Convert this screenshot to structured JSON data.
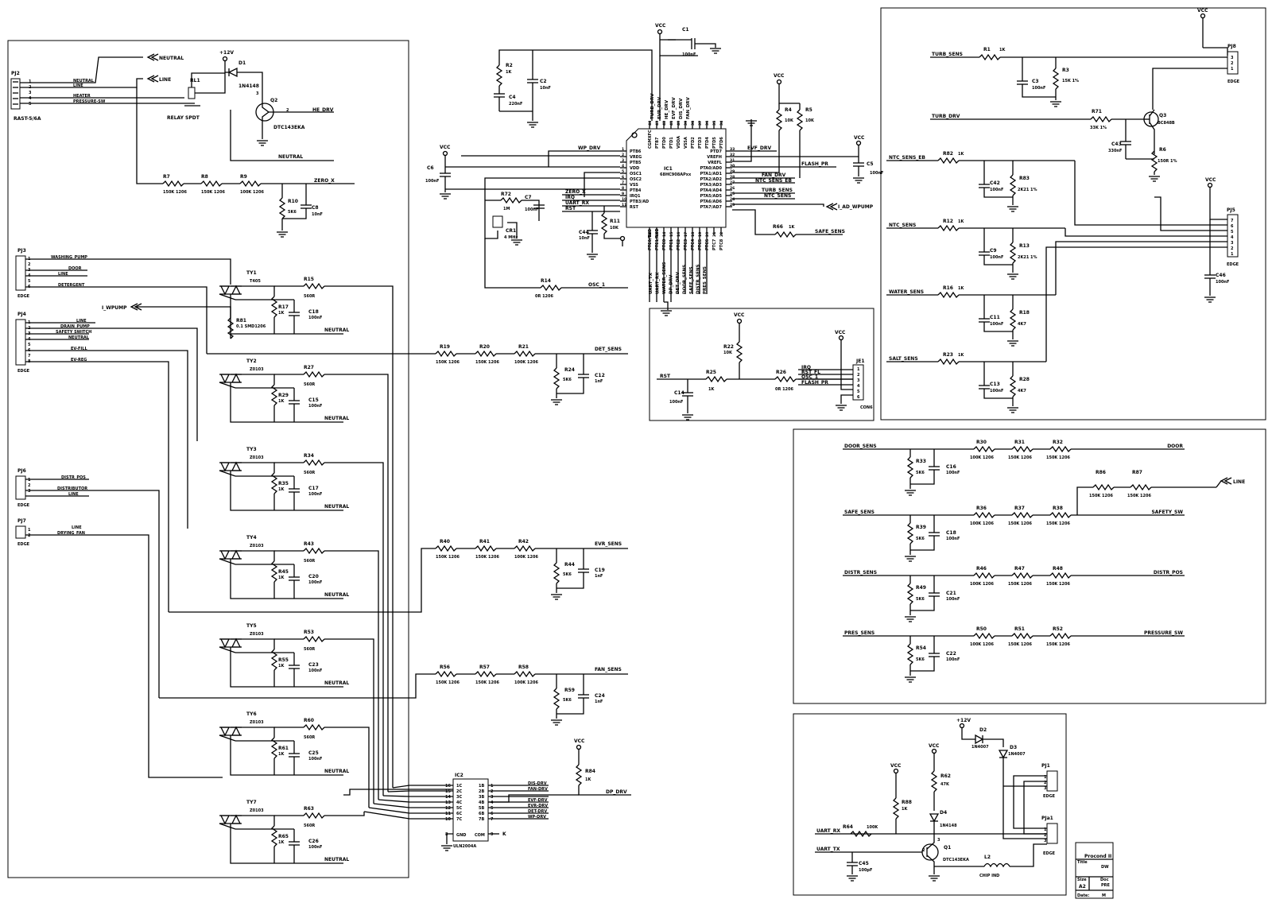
{
  "sections": {
    "power": {
      "neutral": "NEUTRAL",
      "line": "LINE",
      "plus12": "+12V",
      "pj2": "PJ2",
      "pj2_part": "RAST-5/6A",
      "pj2_pins": [
        "1",
        "2",
        "3",
        "4",
        "5"
      ],
      "pj2_signals": [
        "NEUTRAL",
        "LINE",
        "HEATER",
        "PRESSURE-SW"
      ],
      "rl1": "RL1",
      "relay": "RELAY SPDT",
      "d1": "D1",
      "d1_part": "1N4148",
      "q2": "Q2",
      "q2_part": "DTC143EKA",
      "he_drv": "HE_DRV",
      "pin2": "2",
      "pin3": "3",
      "neutral2": "NEUTRAL",
      "r7": "R7",
      "r7_val": "150K 1206",
      "r8": "R8",
      "r8_val": "150K 1206",
      "r9": "R9",
      "r9_val": "100K 1206",
      "zero_x": "ZERO_X",
      "r10": "R10",
      "r10_val": "5K6",
      "c8": "C8",
      "c8_val": "10nF"
    },
    "triacs": {
      "pj3": "PJ3",
      "pj3_pins": [
        "1",
        "2",
        "3",
        "4",
        "5",
        "6"
      ],
      "pj3_signals": [
        "WASHING_PUMP",
        "DOOR",
        "LINE",
        "DETERGENT"
      ],
      "pj4": "PJ4",
      "pj4_pins": [
        "1",
        "2",
        "3",
        "4",
        "5",
        "6",
        "7",
        "8"
      ],
      "pj4_signals": [
        "LINE",
        "DRAIN_PUMP",
        "SAFETY SWITCH",
        "NEUTRAL",
        "EV-FILL",
        "EV-REG"
      ],
      "pj6": "PJ6",
      "pj6_pins": [
        "1",
        "2",
        "3"
      ],
      "pj6_signals": [
        "DISTR_POS",
        "DISTRIBUTOR",
        "LINE"
      ],
      "pj7": "PJ7",
      "pj7_pins": [
        "1",
        "2"
      ],
      "pj7_signals": [
        "LINE",
        "DRYING_FAN"
      ],
      "edge": "EDGE",
      "i_wpump": "I_WPUMP",
      "r81": "R81",
      "r81_val": "0.1 SMD1206",
      "neutral": "NEUTRAL",
      "list": [
        {
          "ty": "TY1",
          "part": "T405",
          "r_a": "R17",
          "r_a_val": "1K",
          "r_b": "R15",
          "r_b_val": "560R",
          "c": "C18",
          "c_val": "100nF"
        },
        {
          "ty": "TY2",
          "part": "Z0103",
          "r_a": "R29",
          "r_a_val": "1K",
          "r_b": "R27",
          "r_b_val": "560R",
          "c": "C15",
          "c_val": "100nF"
        },
        {
          "ty": "TY3",
          "part": "Z0103",
          "r_a": "R35",
          "r_a_val": "1K",
          "r_b": "R34",
          "r_b_val": "560R",
          "c": "C17",
          "c_val": "100nF"
        },
        {
          "ty": "TY4",
          "part": "Z0103",
          "r_a": "R45",
          "r_a_val": "1K",
          "r_b": "R43",
          "r_b_val": "560R",
          "c": "C20",
          "c_val": "100nF"
        },
        {
          "ty": "TY5",
          "part": "Z0103",
          "r_a": "R55",
          "r_a_val": "1K",
          "r_b": "R53",
          "r_b_val": "560R",
          "c": "C23",
          "c_val": "100nF"
        },
        {
          "ty": "TY6",
          "part": "Z0103",
          "r_a": "R61",
          "r_a_val": "1K",
          "r_b": "R60",
          "r_b_val": "560R",
          "c": "C25",
          "c_val": "100nF"
        },
        {
          "ty": "TY7",
          "part": "Z0103",
          "r_a": "R65",
          "r_a_val": "1K",
          "r_b": "R63",
          "r_b_val": "560R",
          "c": "C26",
          "c_val": "100nF"
        }
      ]
    },
    "dividers": [
      {
        "ra": "R19",
        "rb": "R20",
        "rc": "R21",
        "va": "150K 1206",
        "vb": "150K 1206",
        "vc": "100K 1206",
        "net": "DET_SENS",
        "rd": "R24",
        "rd_val": "5K6",
        "c": "C12",
        "c_val": "1nF"
      },
      {
        "ra": "R40",
        "rb": "R41",
        "rc": "R42",
        "va": "150K 1206",
        "vb": "150K 1206",
        "vc": "100K 1206",
        "net": "EVR_SENS",
        "rd": "R44",
        "rd_val": "5K6",
        "c": "C19",
        "c_val": "1nF"
      },
      {
        "ra": "R56",
        "rb": "R57",
        "rc": "R58",
        "va": "150K 1206",
        "vb": "150K 1206",
        "vc": "100K 1206",
        "net": "FAN_SENS",
        "rd": "R59",
        "rd_val": "5K6",
        "c": "C24",
        "c_val": "1nF"
      }
    ],
    "ic2": {
      "ref": "IC2",
      "part": "ULN2004A",
      "gnd": "GND",
      "com": "COM",
      "pin_gnd": "8",
      "pin_com": "9",
      "in_pins": [
        "16",
        "15",
        "14",
        "13",
        "12",
        "11",
        "10"
      ],
      "in_names": [
        "1C",
        "2C",
        "3C",
        "4C",
        "5C",
        "6C",
        "7C"
      ],
      "out_names": [
        "1B",
        "2B",
        "3B",
        "4B",
        "5B",
        "6B",
        "7B"
      ],
      "out_pins": [
        "1",
        "2",
        "3",
        "4",
        "5",
        "6",
        "7"
      ],
      "nets": [
        "DIS-DRV",
        "FAN-DRV",
        "",
        "EVF-DRV",
        "EVR-DRV",
        "DET-DRV",
        "WP-DRV"
      ],
      "k": "K",
      "vcc": "VCC",
      "r84": "R84",
      "r84_val": "1K",
      "dp_drv": "DP_DRV"
    },
    "mcu": {
      "vcc": "VCC",
      "c1": "C1",
      "c1_val": "100nF",
      "r2": "R2",
      "r2_val": "1K",
      "c2": "C2",
      "c2_val": "10nF",
      "c4": "C4",
      "c4_val": "220nF",
      "wp_drv": "WP_DRV",
      "c6": "C6",
      "c6_val": "100nF",
      "ic1": "IC1",
      "ic1_part": "68HC908APxx",
      "left_pins": [
        "1",
        "2",
        "3",
        "4",
        "5",
        "6",
        "7",
        "8",
        "9",
        "10",
        "11"
      ],
      "left_names": [
        "PTB6",
        "VREG",
        "PTB5",
        "VDD",
        "OSC1",
        "OSC2",
        "VSS",
        "PTB4",
        "IRQ1",
        "PTB3/AD",
        "RST"
      ],
      "right_pins": [
        "33",
        "32",
        "31",
        "30",
        "29",
        "28",
        "27",
        "26",
        "25",
        "24",
        "23"
      ],
      "right_names": [
        "PTD7",
        "VREFH",
        "VREFL",
        "PTA0/AD0",
        "PTA1/AD1",
        "PTA2/AD2",
        "PTA3/AD3",
        "PTA4/AD4",
        "PTA5/AD5",
        "PTA6/AD6",
        "PTA7/AD7"
      ],
      "top_pins": [
        "44",
        "43",
        "42",
        "41",
        "40",
        "39",
        "38",
        "37",
        "36",
        "35",
        "34"
      ],
      "top_names": [
        "CGMXFC",
        "PTB7",
        "PTD0",
        "PTD1",
        "VDDA",
        "VSSA",
        "PTD2",
        "PTD3",
        "PTD4",
        "PTD5",
        "PTD6"
      ],
      "bottom_pins": [
        "12",
        "13",
        "14",
        "15",
        "16",
        "17",
        "18",
        "19",
        "20",
        "21",
        "22"
      ],
      "bottom_names": [
        "PTE0/TXD",
        "PTE1/RXD",
        "PTC0",
        "PTC1",
        "PTC2",
        "PTC3",
        "PTC4",
        "PTC5",
        "PTC6",
        "PTC7",
        "PTC8"
      ],
      "top_nets": [
        "TURB_DRV",
        "EVR_DRV",
        "HE_DRV",
        "EVF_DRV",
        "DIS_DRV",
        "FAN_DRV"
      ],
      "bottom_nets": [
        "UART_TX",
        "UART_RX",
        "WATER_SENS",
        "DP_DRV",
        "DET_DRV",
        "DOOR_SENS",
        "SAFE_SENS",
        "DISTR_SENS",
        "PRES_SENS"
      ],
      "zero_x": "ZERO_X",
      "irq": "IRQ",
      "uart_rx": "UART_RX",
      "rst": "RST",
      "r72": "R72",
      "r72_val": "1M",
      "c7": "C7",
      "c7_val": "100nF",
      "cr1": "CR1",
      "cr1_val": "4 MHz",
      "c44": "C44",
      "c44_val": "10nF",
      "r11": "R11",
      "r11_val": "10K",
      "r14": "R14",
      "r14_val": "0R 1206",
      "osc_1": "OSC_1",
      "evf_drv": "EVF_DRV",
      "flash_pr": "FLASH_PR",
      "fan_drv": "FAN_DRV",
      "ntc_sens_eb": "NTC_SENS_EB",
      "turb_sens": "TURB_SENS",
      "ntc_sens": "NTC_SENS",
      "i_ad_wpump": "I_AD_WPUMP",
      "r4": "R4",
      "r4_val": "10K",
      "r5": "R5",
      "r5_val": "10K",
      "c5": "C5",
      "c5_val": "100nF",
      "r66": "R66",
      "r66_val": "1K",
      "safe_sens": "SAFE_SENS"
    },
    "prog": {
      "vcc": "VCC",
      "r22": "R22",
      "r22_val": "10K",
      "rst": "RST",
      "r25": "R25",
      "r25_val": "1K",
      "c14": "C14",
      "c14_val": "100nF",
      "r26": "R26",
      "r26_val": "0R 1206",
      "nets": [
        "IRQ",
        "RST_FL",
        "OSC_1",
        "FLASH_PR"
      ],
      "je1": "JE1",
      "je1_pins": [
        "1",
        "2",
        "3",
        "4",
        "5",
        "6"
      ],
      "con6": "CON6"
    },
    "sensors": {
      "vcc": "VCC",
      "turb_sens": "TURB_SENS",
      "r1": "R1",
      "r1_val": "1K",
      "c3": "C3",
      "c3_val": "100nF",
      "r3": "R3",
      "r3_val": "15K 1%",
      "pj8": "PJ8",
      "pj8_pins": [
        "3",
        "2",
        "1"
      ],
      "edge": "EDGE",
      "turb_drv": "TURB_DRV",
      "r71": "R71",
      "r71_val": "33K 1%",
      "q3": "Q3",
      "q3_part": "BC848B",
      "c43": "C43",
      "c43_val": "330nF",
      "r6": "R6",
      "r6_val": "150R 1%",
      "ntc_sens_eb": "NTC_SENS_EB",
      "r82": "R82",
      "r82_val": "1K",
      "c42": "C42",
      "c42_val": "100nF",
      "r83": "R83",
      "r83_val": "2K21 1%",
      "ntc_sens": "NTC_SENS",
      "r12": "R12",
      "r12_val": "1K",
      "c9": "C9",
      "c9_val": "100nF",
      "r13": "R13",
      "r13_val": "2K21 1%",
      "pj5": "PJ5",
      "pj5_pins": [
        "7",
        "6",
        "5",
        "4",
        "3",
        "2",
        "1"
      ],
      "c46": "C46",
      "c46_val": "100nF",
      "water_sens": "WATER_SENS",
      "r16": "R16",
      "r16_val": "1K",
      "c11": "C11",
      "c11_val": "100nF",
      "r18": "R18",
      "r18_val": "4K7",
      "salt_sens": "SALT_SENS",
      "r23": "R23",
      "r23_val": "1K",
      "c13": "C13",
      "c13_val": "100nF",
      "r28": "R28",
      "r28_val": "4K7"
    },
    "switches": {
      "line": "LINE",
      "r86": "R86",
      "r86_val": "150K 1206",
      "r87": "R87",
      "r87_val": "150K 1206",
      "rows": [
        {
          "net": "DOOR_SENS",
          "r_sh": "R33",
          "r_sh_val": "5K6",
          "c": "C16",
          "c_val": "100nF",
          "ra": "R30",
          "rb": "R31",
          "rc": "R32",
          "va": "100K 1206",
          "vb": "150K 1206",
          "vc": "150K 1206",
          "out": "DOOR"
        },
        {
          "net": "SAFE_SENS",
          "r_sh": "R39",
          "r_sh_val": "5K6",
          "c": "C18",
          "c_val": "100nF",
          "ra": "R36",
          "rb": "R37",
          "rc": "R38",
          "va": "100K 1206",
          "vb": "150K 1206",
          "vc": "150K 1206",
          "out": "SAFETY_SW"
        },
        {
          "net": "DISTR_SENS",
          "r_sh": "R49",
          "r_sh_val": "5K6",
          "c": "C21",
          "c_val": "100nF",
          "ra": "R46",
          "rb": "R47",
          "rc": "R48",
          "va": "100K 1206",
          "vb": "150K 1206",
          "vc": "150K 1206",
          "out": "DISTR_POS"
        },
        {
          "net": "PRES_SENS",
          "r_sh": "R54",
          "r_sh_val": "5K6",
          "c": "C22",
          "c_val": "100nF",
          "ra": "R50",
          "rb": "R51",
          "rc": "R52",
          "va": "100K 1206",
          "vb": "150K 1206",
          "vc": "150K 1206",
          "out": "PRESSURE_SW"
        }
      ]
    },
    "uart": {
      "plus12": "+12V",
      "d2": "D2",
      "d2_part": "1N4007",
      "d3": "D3",
      "d3_part": "1N4007",
      "vcc": "VCC",
      "r62": "R62",
      "r62_val": "47K",
      "r88": "R88",
      "r88_val": "1K",
      "d4": "D4",
      "d4_part": "1N4148",
      "uart_rx": "UART_RX",
      "r64": "R64",
      "r64_val": "100K",
      "uart_tx": "UART_TX",
      "c45": "C45",
      "c45_val": "100pF",
      "q1": "Q1",
      "q1_part": "DTC143EKA",
      "l2": "L2",
      "l2_part": "CHIP IND",
      "pj1": "PJ1",
      "pj1_pins": [
        "1",
        "2",
        "3"
      ],
      "pja1": "PJa1",
      "pja1_pins": [
        "1",
        "2",
        "3"
      ],
      "edge": "EDGE",
      "pin2": "2",
      "pin3": "3"
    },
    "title_block": {
      "project": "Procond II",
      "title": "Title",
      "dw": "DW",
      "size_lbl": "Size",
      "size": "A2",
      "doc_lbl": "Doc",
      "doc": "PRE",
      "date_lbl": "Date:",
      "rev": "M"
    }
  }
}
